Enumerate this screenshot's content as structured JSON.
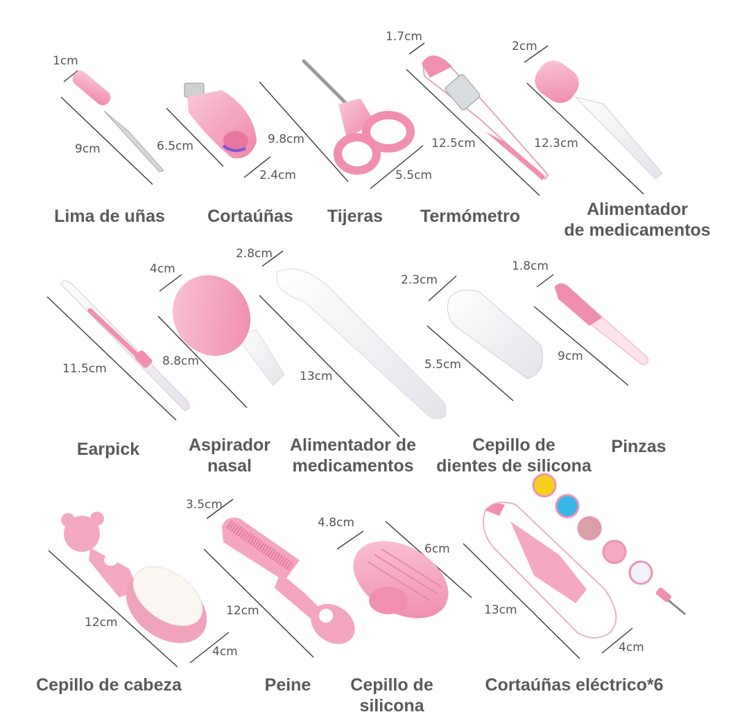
{
  "palette": {
    "pink": "#f5a3bf",
    "pink_dark": "#e77ea1",
    "pink_light": "#fbd3e0",
    "clear": "#f3f3f5",
    "text": "#595959",
    "line": "#3a3a3a"
  },
  "items": [
    {
      "id": "nail-file",
      "label": [
        "Lima de uñas"
      ],
      "dims": [
        "1cm",
        "9cm"
      ]
    },
    {
      "id": "nail-clipper",
      "label": [
        "Cortaúñas"
      ],
      "dims": [
        "6.5cm",
        "2.4cm"
      ]
    },
    {
      "id": "scissors",
      "label": [
        "Tijeras"
      ],
      "dims": [
        "9.8cm",
        "5.5cm"
      ]
    },
    {
      "id": "thermometer",
      "label": [
        "Termómetro"
      ],
      "dims": [
        "1.7cm",
        "12.5cm"
      ]
    },
    {
      "id": "medicine-dropper",
      "label": [
        "Alimentador",
        "de medicamentos"
      ],
      "dims": [
        "2cm",
        "12.3cm"
      ]
    },
    {
      "id": "earpick",
      "label": [
        "Earpick"
      ],
      "dims": [
        "11.5cm"
      ]
    },
    {
      "id": "nasal-aspirator",
      "label": [
        "Aspirador",
        "nasal"
      ],
      "dims": [
        "4cm",
        "8.8cm"
      ]
    },
    {
      "id": "medicine-spoon",
      "label": [
        "Alimentador de",
        "medicamentos"
      ],
      "dims": [
        "2.8cm",
        "13cm"
      ]
    },
    {
      "id": "finger-toothbrush",
      "label": [
        "Cepillo de",
        "dientes de silicona"
      ],
      "dims": [
        "2.3cm",
        "5.5cm"
      ]
    },
    {
      "id": "tweezers",
      "label": [
        "Pinzas"
      ],
      "dims": [
        "1.8cm",
        "9cm"
      ]
    },
    {
      "id": "hair-brush",
      "label": [
        "Cepillo de cabeza"
      ],
      "dims": [
        "12cm",
        "4cm"
      ]
    },
    {
      "id": "comb",
      "label": [
        "Peine"
      ],
      "dims": [
        "3.5cm",
        "12cm"
      ]
    },
    {
      "id": "silicone-brush",
      "label": [
        "Cepillo de",
        "silicona"
      ],
      "dims": [
        "4.8cm",
        "6cm"
      ]
    },
    {
      "id": "electric-nail-trimmer",
      "label": [
        "Cortaúñas eléctrico*6"
      ],
      "dims": [
        "13cm",
        "4cm"
      ]
    }
  ]
}
